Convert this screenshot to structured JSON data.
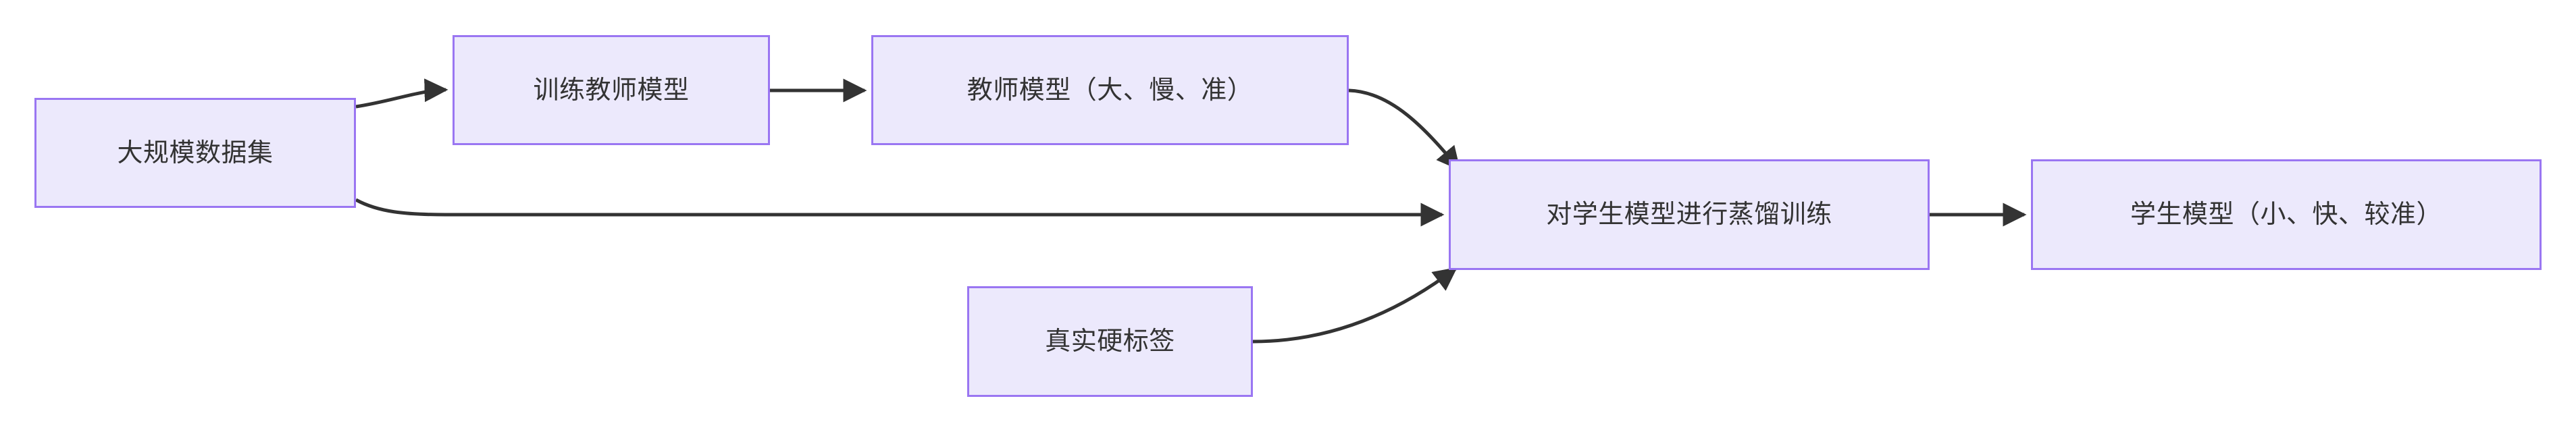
{
  "diagram": {
    "type": "flowchart",
    "direction": "left-to-right",
    "background_color": "#ffffff",
    "node_fill_color": "#ece9fc",
    "node_border_color": "#9a76f2",
    "node_text_color": "#333333",
    "edge_color": "#333333",
    "nodes": [
      {
        "id": "dataset",
        "label": "大规模数据集"
      },
      {
        "id": "train_teacher",
        "label": "训练教师模型"
      },
      {
        "id": "teacher",
        "label": "教师模型（大、慢、准）"
      },
      {
        "id": "distill",
        "label": "对学生模型进行蒸馏训练"
      },
      {
        "id": "student",
        "label": "学生模型（小、快、较准）"
      },
      {
        "id": "hard_labels",
        "label": "真实硬标签"
      }
    ],
    "edges": [
      {
        "from": "dataset",
        "to": "train_teacher",
        "label": ""
      },
      {
        "from": "train_teacher",
        "to": "teacher",
        "label": ""
      },
      {
        "from": "teacher",
        "to": "distill",
        "label": ""
      },
      {
        "from": "dataset",
        "to": "distill",
        "label": ""
      },
      {
        "from": "hard_labels",
        "to": "distill",
        "label": ""
      },
      {
        "from": "distill",
        "to": "student",
        "label": ""
      }
    ]
  }
}
